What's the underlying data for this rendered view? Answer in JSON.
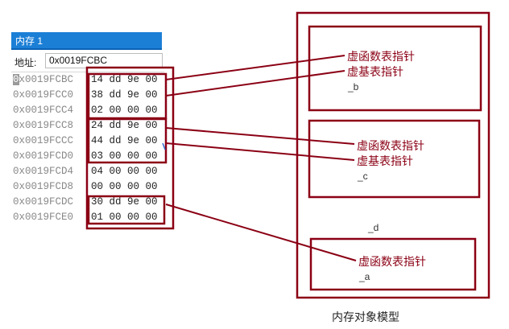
{
  "memory_window": {
    "title": "内存 1",
    "address_label": "地址:",
    "address_value": "0x0019FCBC",
    "rows": [
      {
        "addr": "0x0019FCBC",
        "bytes": "14 dd 9e 00"
      },
      {
        "addr": "0x0019FCC0",
        "bytes": "38 dd 9e 00"
      },
      {
        "addr": "0x0019FCC4",
        "bytes": "02 00 00 00"
      },
      {
        "addr": "0x0019FCC8",
        "bytes": "24 dd 9e 00"
      },
      {
        "addr": "0x0019FCCC",
        "bytes": "44 dd 9e 00"
      },
      {
        "addr": "0x0019FCD0",
        "bytes": "03 00 00 00"
      },
      {
        "addr": "0x0019FCD4",
        "bytes": "04 00 00 00"
      },
      {
        "addr": "0x0019FCD8",
        "bytes": "00 00 00 00"
      },
      {
        "addr": "0x0019FCDC",
        "bytes": "30 dd 9e 00"
      },
      {
        "addr": "0x0019FCE0",
        "bytes": "01 00 00 00"
      }
    ]
  },
  "model": {
    "caption": "内存对象模型",
    "outer_label": "_d",
    "boxes": [
      {
        "label": "_b",
        "pointers": [
          "虚函数表指针",
          "虚基表指针"
        ]
      },
      {
        "label": "_c",
        "pointers": [
          "虚函数表指针",
          "虚基表指针"
        ]
      },
      {
        "label": "_a",
        "pointers": [
          "虚函数表指针"
        ]
      }
    ]
  },
  "colors": {
    "accent": "#8b0014",
    "titlebar": "#1c7fd6"
  }
}
